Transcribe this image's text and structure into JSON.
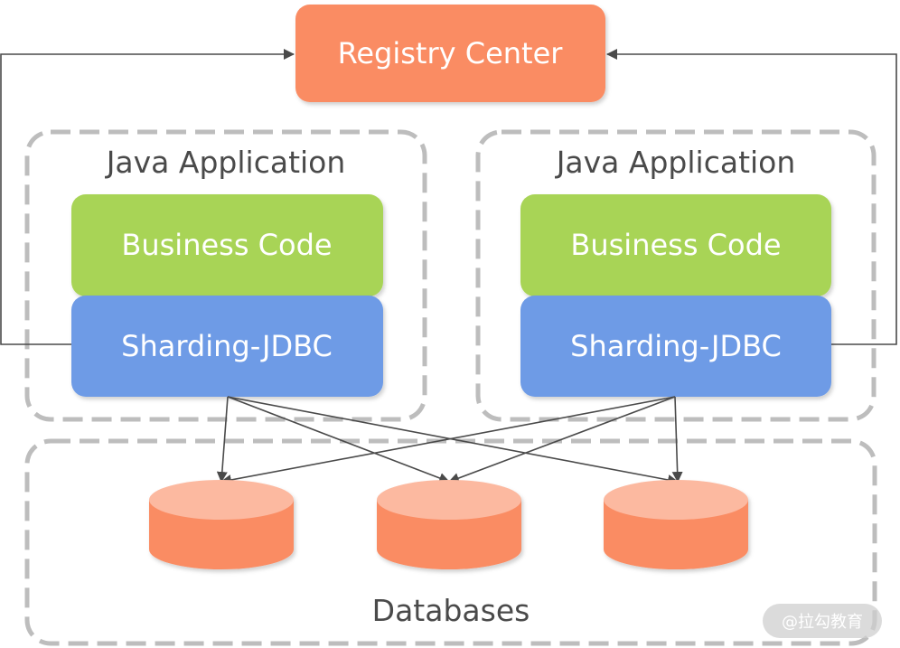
{
  "registry": {
    "label": "Registry Center"
  },
  "apps": [
    {
      "title": "Java Application",
      "business_label": "Business Code",
      "sharding_label": "Sharding-JDBC"
    },
    {
      "title": "Java Application",
      "business_label": "Business Code",
      "sharding_label": "Sharding-JDBC"
    }
  ],
  "databases": {
    "label": "Databases",
    "count": 3
  },
  "watermark": {
    "text": "@拉勾教育"
  },
  "colors": {
    "registry": "#fa8c63",
    "business": "#a8d456",
    "sharding": "#6e9be6",
    "db_top": "#fcb9a0",
    "db_body": "#fa8c63",
    "dash": "#bdbdbd",
    "line": "#4a4a4a"
  }
}
